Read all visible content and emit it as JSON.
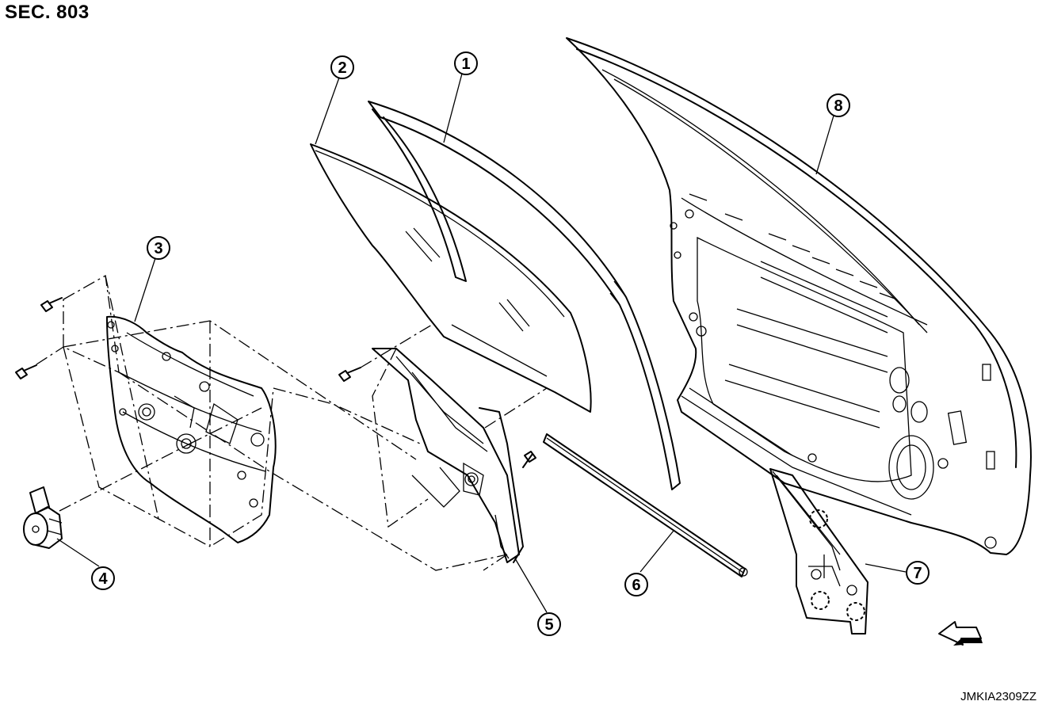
{
  "header": {
    "section": "SEC. 803"
  },
  "footer": {
    "reference": "JMKIA2309ZZ"
  },
  "callouts": [
    "1",
    "2",
    "3",
    "4",
    "5",
    "6",
    "7",
    "8"
  ],
  "icons": {
    "direction": "front-direction-arrow-icon"
  }
}
